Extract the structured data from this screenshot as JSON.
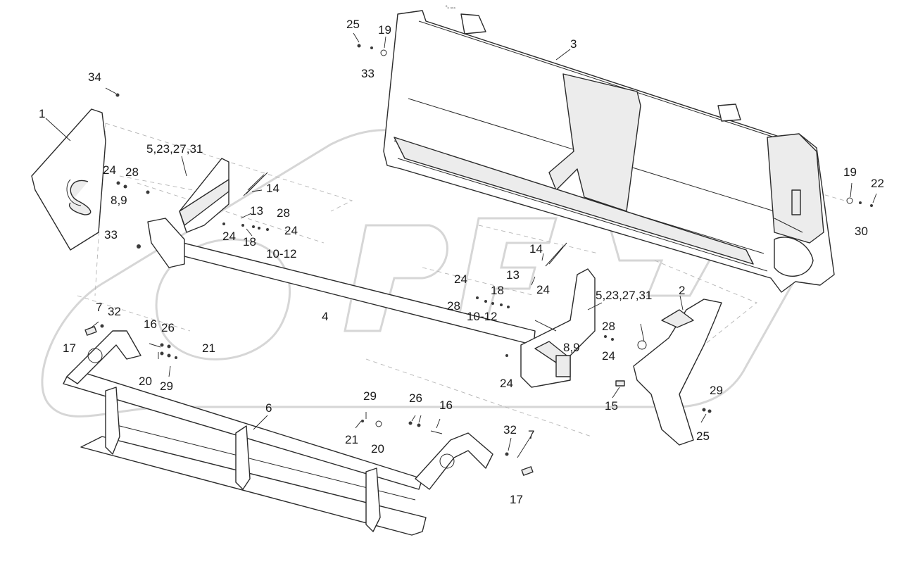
{
  "header_mark": "⁰₀ ₀₀₀",
  "labels": {
    "l1": "1",
    "l2": "2",
    "l3": "3",
    "l4": "4",
    "l6": "6",
    "l34": "34",
    "l25a": "25",
    "l19a": "19",
    "l33a": "33",
    "l5a": "5,23,27,31",
    "l24a": "24",
    "l28a": "28",
    "l89a": "8,9",
    "l14a": "14",
    "l13a": "13",
    "l28b": "28",
    "l24b": "24",
    "l24c": "24",
    "l18a": "18",
    "l1012a": "10-12",
    "l33b": "33",
    "l19b": "19",
    "l22": "22",
    "l30": "30",
    "l14b": "14",
    "l13b": "13",
    "l24d": "24",
    "l24e": "24",
    "l18b": "18",
    "l28c": "28",
    "l1012b": "10-12",
    "l5b": "5,23,27,31",
    "l28d": "28",
    "l89b": "8,9",
    "l24f": "24",
    "l24g": "24",
    "l7a": "7",
    "l32a": "32",
    "l16a": "16",
    "l26a": "26",
    "l17a": "17",
    "l21a": "21",
    "l20a": "20",
    "l29a": "29",
    "l29b": "29",
    "l26b": "26",
    "l16b": "16",
    "l21b": "21",
    "l20b": "20",
    "l32b": "32",
    "l7b": "7",
    "l17b": "17",
    "l15": "15",
    "l29c": "29",
    "l25b": "25"
  }
}
